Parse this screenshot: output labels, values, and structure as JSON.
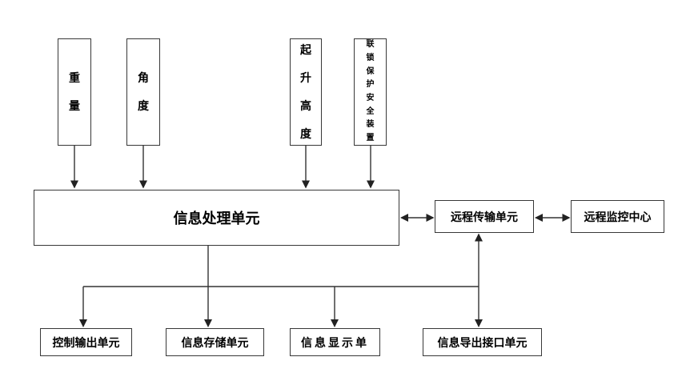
{
  "diagram": {
    "title": "crane-safety-monitoring-block-diagram",
    "colors": {
      "background": "#ffffff",
      "line": "#333333",
      "box_border": "#383838",
      "text": "#000000"
    },
    "sensors": [
      {
        "id": "weight",
        "label": "重量"
      },
      {
        "id": "angle",
        "label": "角度"
      },
      {
        "id": "lifting-height",
        "label": "起升高度"
      },
      {
        "id": "interlock-safety-device",
        "label": "联锁保护安全装置"
      }
    ],
    "processing_unit": {
      "label": "信息处理单元"
    },
    "remote_transmission_unit": {
      "label": "远程传输单元"
    },
    "remote_monitoring_center": {
      "label": "远程监控中心"
    },
    "outputs": [
      {
        "id": "control-output-unit",
        "label": "控制输出单元"
      },
      {
        "id": "info-storage-unit",
        "label": "信息存储单元"
      },
      {
        "id": "info-display-unit",
        "label": "信息显示单"
      },
      {
        "id": "info-export-interface-unit",
        "label": "信息导出接口单元"
      }
    ]
  }
}
